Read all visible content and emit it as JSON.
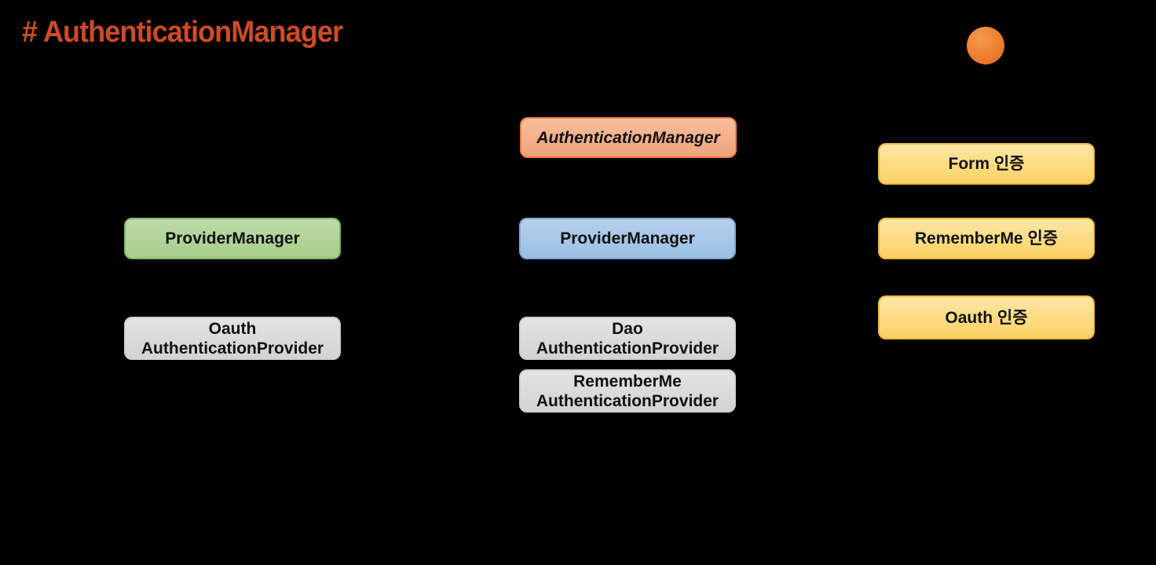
{
  "title": {
    "text": "# AuthenticationManager",
    "color": "#CE4B25"
  },
  "decorations": {
    "orange_dot_color": "#ED7D31"
  },
  "page": {
    "background": "#000000"
  },
  "diagram": {
    "boxes": [
      {
        "id": "authentication-manager",
        "label": "AuthenticationManager",
        "style": "orange",
        "italic": true,
        "column": "center"
      },
      {
        "id": "provider-manager-left",
        "label": "ProviderManager",
        "style": "green",
        "italic": false,
        "column": "left"
      },
      {
        "id": "provider-manager-center",
        "label": "ProviderManager",
        "style": "blue",
        "italic": false,
        "column": "center"
      },
      {
        "id": "oauth-authentication-provider",
        "label": "Oauth\nAuthenticationProvider",
        "style": "gray",
        "italic": false,
        "column": "left"
      },
      {
        "id": "dao-authentication-provider",
        "label": "Dao\nAuthenticationProvider",
        "style": "gray",
        "italic": false,
        "column": "center"
      },
      {
        "id": "rememberme-authentication-provider",
        "label": "RememberMe\nAuthenticationProvider",
        "style": "gray",
        "italic": false,
        "column": "center"
      },
      {
        "id": "form-auth",
        "label": "Form 인증",
        "style": "yellow",
        "italic": false,
        "column": "right"
      },
      {
        "id": "rememberme-auth",
        "label": "RememberMe 인증",
        "style": "yellow",
        "italic": false,
        "column": "right"
      },
      {
        "id": "oauth-auth",
        "label": "Oauth 인증",
        "style": "yellow",
        "italic": false,
        "column": "right"
      }
    ],
    "colors": {
      "orange_box_fill": "#F2AE8C",
      "orange_box_border": "#EA7F42",
      "green_box_fill": "#B1D49A",
      "green_box_border": "#84B566",
      "blue_box_fill": "#A8C8E8",
      "blue_box_border": "#7FA7D3",
      "gray_box_fill": "#D9D9D9",
      "gray_box_border": "#CFCFCF",
      "yellow_box_fill": "#FCDC84",
      "yellow_box_border": "#F5B93E"
    }
  }
}
